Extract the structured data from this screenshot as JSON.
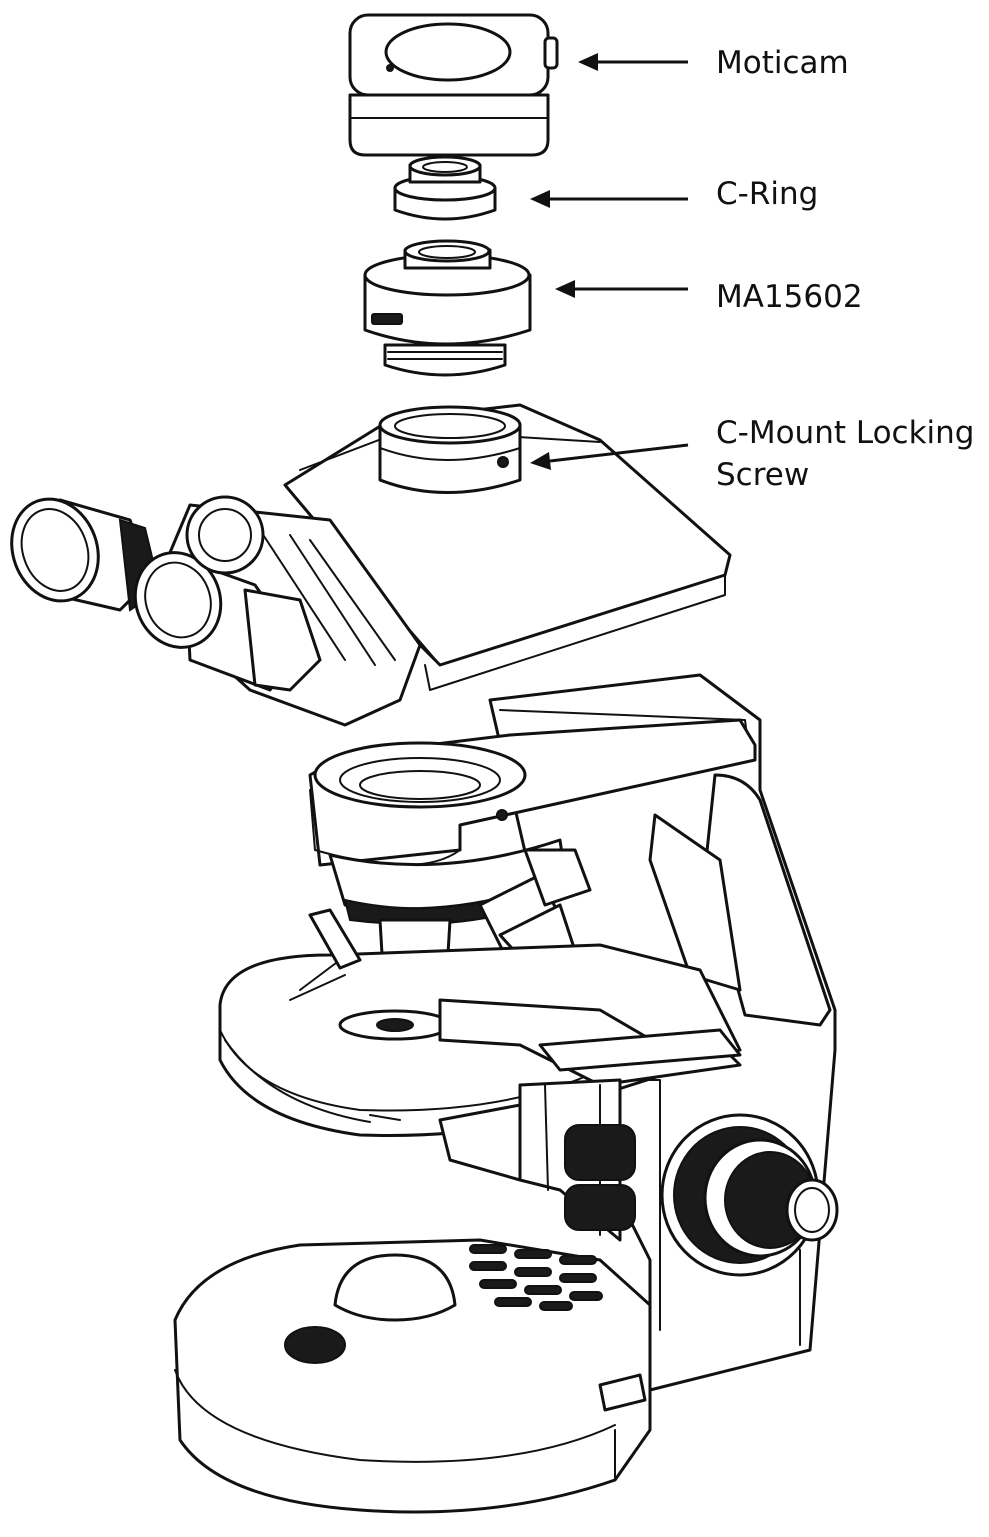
{
  "labels": {
    "moticam": "Moticam",
    "c_ring": "C-Ring",
    "adapter": "MA15602",
    "locking_screw_line1": "C-Mount Locking",
    "locking_screw_line2": "Screw"
  },
  "colors": {
    "line": "#111111",
    "background": "#ffffff"
  }
}
